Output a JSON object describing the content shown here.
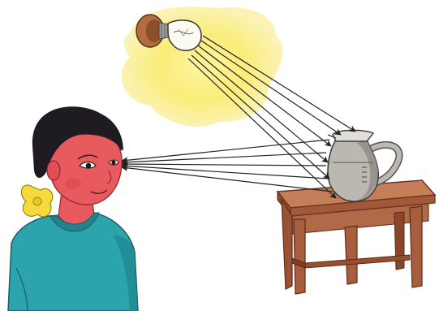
{
  "scene": {
    "background": "#ffffff",
    "elements": [
      "light-bulb",
      "light-glow",
      "girl",
      "table",
      "jug",
      "light-ray-arrows"
    ]
  },
  "colors": {
    "glow": "#fbe96a",
    "glow_core": "#fff7a8",
    "skin": "#e95a5f",
    "skin_shade": "#d0464d",
    "hair": "#1e1c22",
    "shirt": "#2aa1a9",
    "shirt_shade": "#1f858d",
    "ribbon": "#f6d93a",
    "table_top": "#c07a55",
    "table_leg": "#a9603f",
    "table_dark": "#7b4027",
    "jug": "#b9b6b0",
    "jug_dark": "#8f8b85",
    "arrow": "#222222"
  },
  "icons": {
    "bulb": "light-bulb-icon",
    "jug": "jug-icon",
    "table": "table-icon",
    "girl": "person-icon"
  }
}
